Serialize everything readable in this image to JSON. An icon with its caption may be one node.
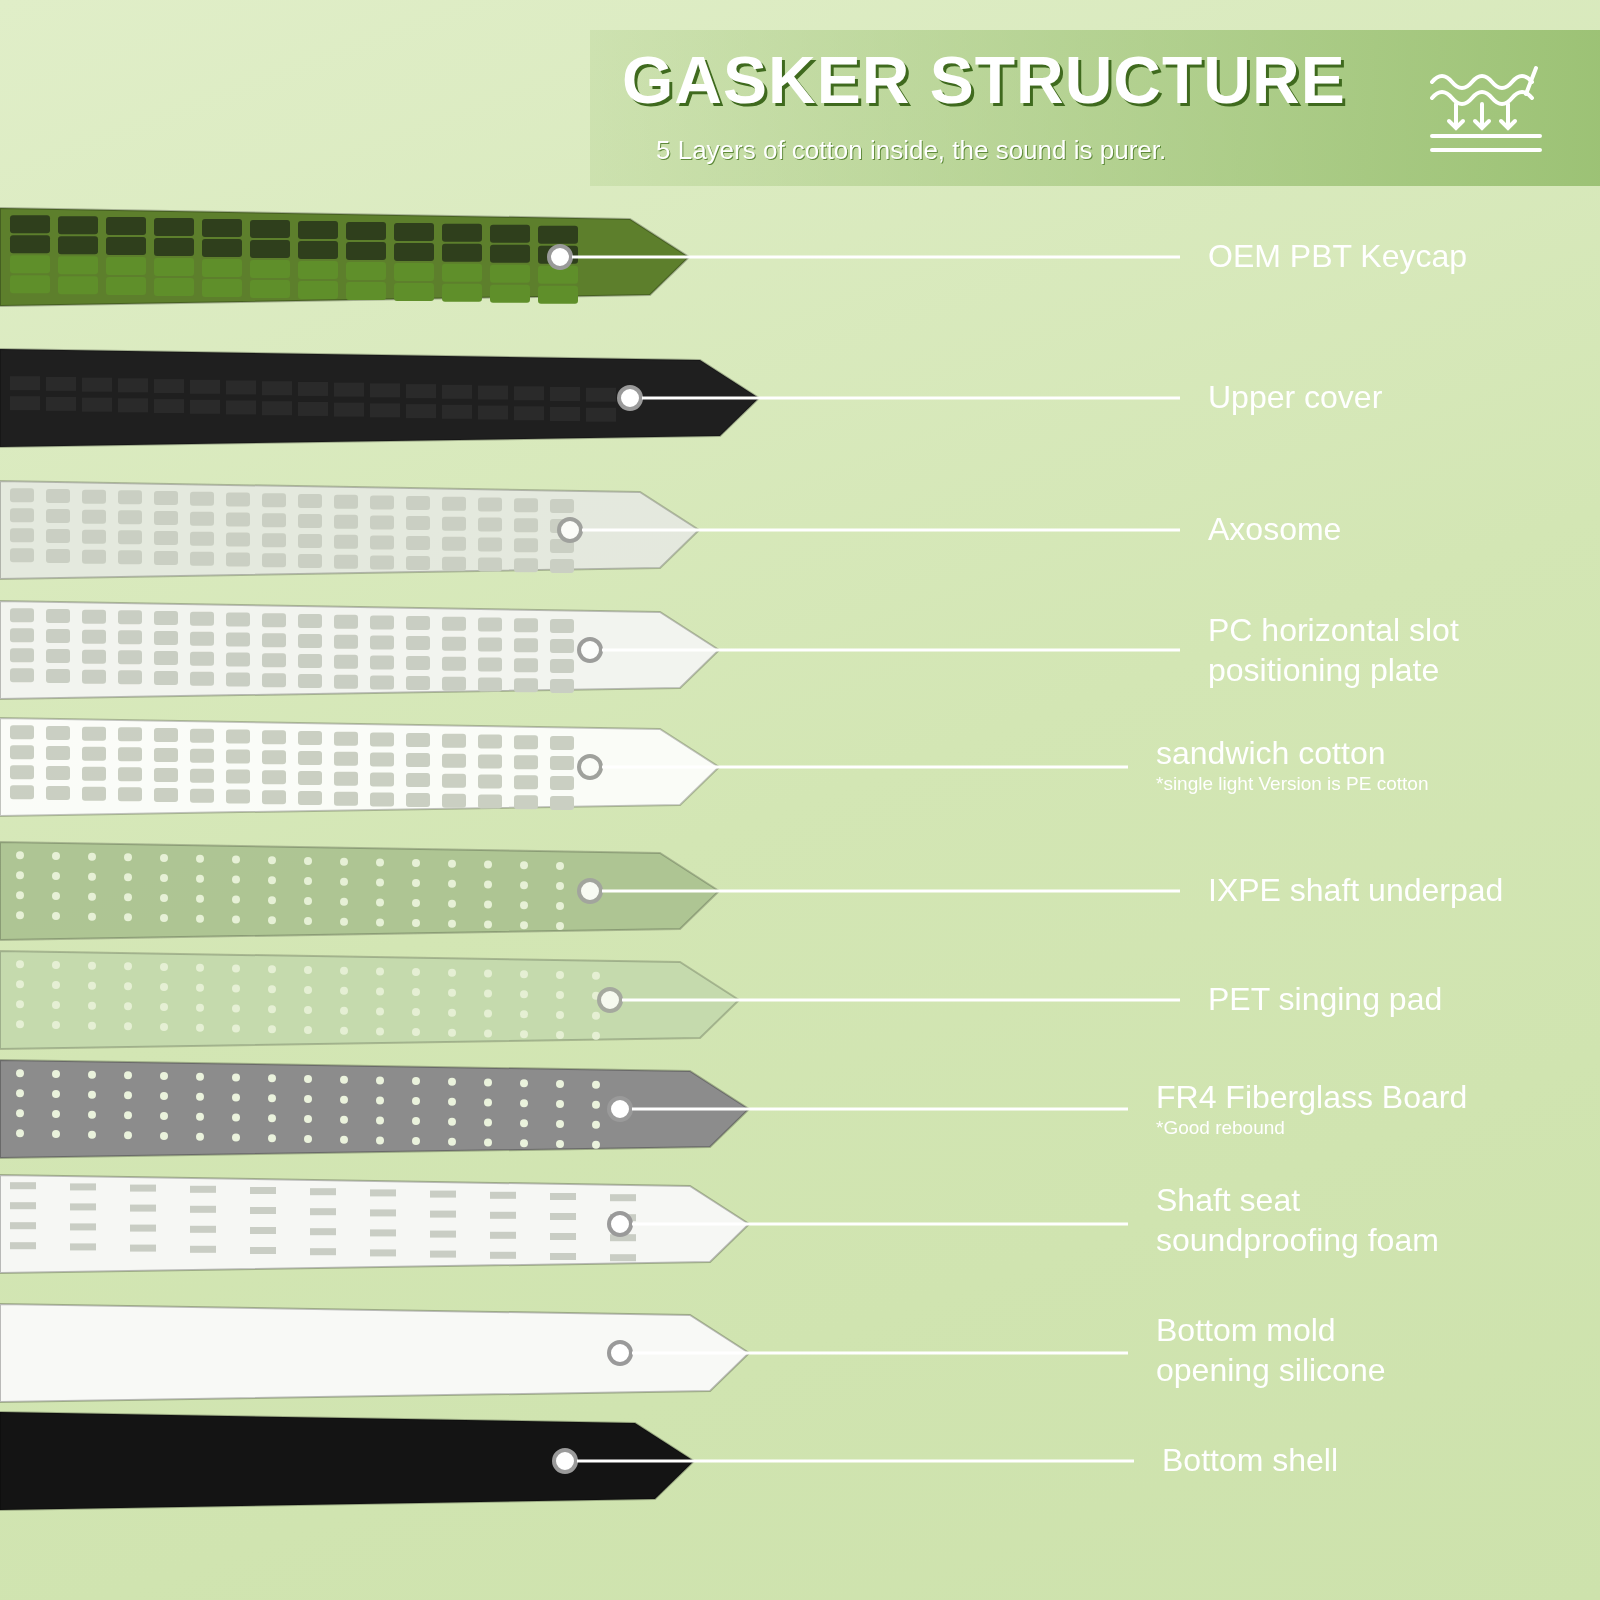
{
  "diagram": {
    "title": "GASKER STRUCTURE",
    "nodes": [
      {
        "text": [
          "OEM PBT Keycap"
        ]
      },
      {
        "text": [
          "Upper cover"
        ]
      },
      {
        "text": [
          "Axosome"
        ]
      },
      {
        "text": [
          "PC horizontal slot positioning plate"
        ]
      },
      {
        "text": [
          "sandwich cotton",
          "*single light Version is PE cotton"
        ]
      },
      {
        "text": [
          "IXPE shaft underpad"
        ]
      },
      {
        "text": [
          "PET singing pad"
        ]
      },
      {
        "text": [
          "FR4 Fiberglass Board",
          "*Good rebound"
        ]
      },
      {
        "text": [
          "Shaft seat soundproofing foam"
        ]
      },
      {
        "text": [
          "Bottom mold opening silicone"
        ]
      },
      {
        "text": [
          "Bottom shell"
        ]
      },
      {
        "text": [],
        "shape": "picture"
      },
      {
        "text": [],
        "shape": "picture"
      },
      {
        "text": [],
        "shape": "picture"
      },
      {
        "text": [],
        "shape": "picture"
      },
      {
        "text": [],
        "shape": "picture"
      },
      {
        "text": [],
        "shape": "picture"
      },
      {
        "text": [],
        "shape": "picture"
      },
      {
        "text": [],
        "shape": "picture"
      },
      {
        "text": [],
        "shape": "picture"
      },
      {
        "text": [],
        "shape": "picture"
      },
      {
        "text": [],
        "shape": "picture"
      }
    ],
    "edges": [
      {
        "from": 0,
        "to": 11,
        "arrow": "none"
      },
      {
        "from": 1,
        "to": 12,
        "arrow": "none"
      },
      {
        "from": 2,
        "to": 13,
        "arrow": "none"
      },
      {
        "from": 3,
        "to": 14,
        "arrow": "none"
      },
      {
        "from": 4,
        "to": 15,
        "arrow": "none"
      },
      {
        "from": 5,
        "to": 16,
        "arrow": "none"
      },
      {
        "from": 6,
        "to": 17,
        "arrow": "none"
      },
      {
        "from": 7,
        "to": 18,
        "arrow": "none"
      },
      {
        "from": 8,
        "to": 19,
        "arrow": "none"
      },
      {
        "from": 9,
        "to": 20,
        "arrow": "none"
      },
      {
        "from": 10,
        "to": 21,
        "arrow": "none"
      }
    ],
    "labels": [
      "5 Layers of cotton inside, the sound is purer."
    ]
  }
}
